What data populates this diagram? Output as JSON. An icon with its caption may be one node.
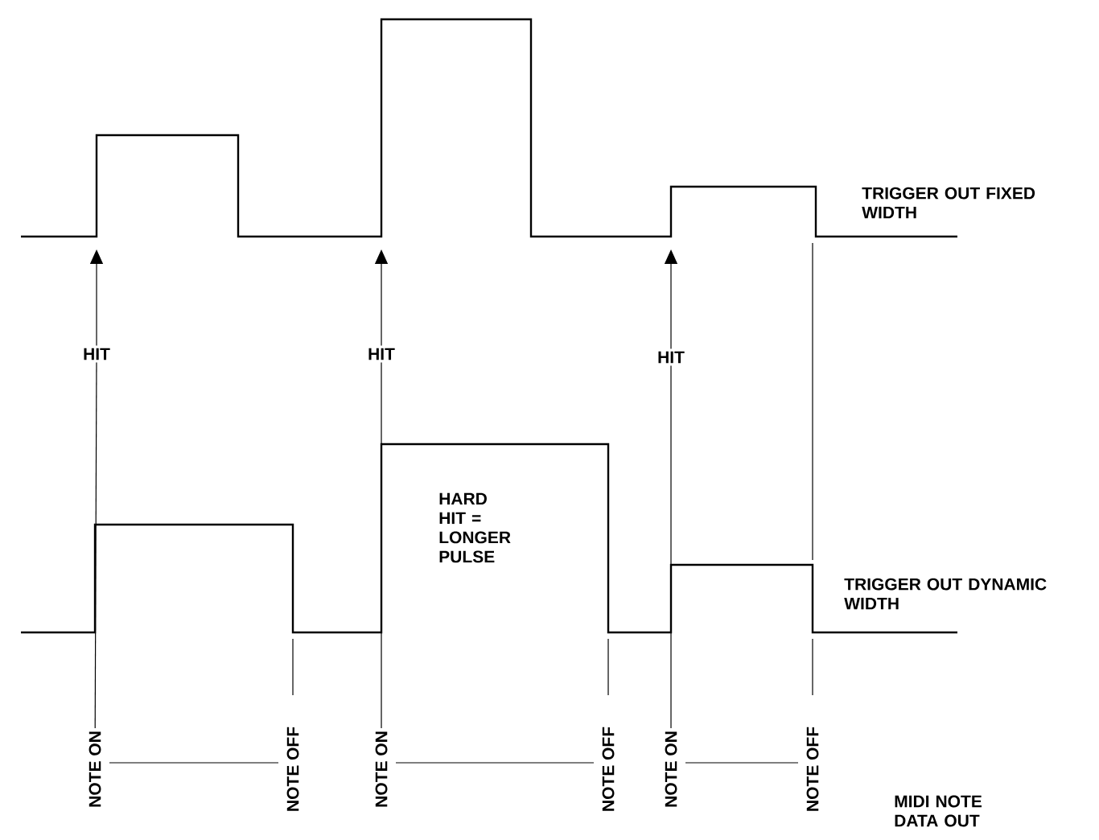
{
  "diagram": {
    "nodes": [
      {
        "text": [
          "HIT"
        ]
      },
      {
        "text": [
          "HIT"
        ]
      },
      {
        "text": [
          "HIT"
        ]
      },
      {
        "text": [
          "NOTE ON"
        ]
      },
      {
        "text": [
          "NOTE OFF"
        ]
      },
      {
        "text": [
          "NOTE ON"
        ]
      },
      {
        "text": [
          "NOTE OFF"
        ]
      },
      {
        "text": [
          "NOTE ON"
        ]
      },
      {
        "text": [
          "NOTE OFF"
        ]
      }
    ],
    "edges": [
      {
        "from": 0,
        "to": null,
        "arrow": "to"
      },
      {
        "from": 1,
        "to": null,
        "arrow": "to"
      },
      {
        "from": 2,
        "to": null,
        "arrow": "to"
      },
      {
        "from": 3,
        "to": 0,
        "arrow": "none"
      },
      {
        "from": 5,
        "to": 1,
        "arrow": "none"
      },
      {
        "from": 7,
        "to": 2,
        "arrow": "none"
      },
      {
        "from": 3,
        "to": 4,
        "arrow": "none"
      },
      {
        "from": 5,
        "to": 6,
        "arrow": "none"
      },
      {
        "from": 7,
        "to": 8,
        "arrow": "none"
      }
    ],
    "labels": [
      "TRIGGER OUT FIXED WIDTH",
      "HARD HIT = LONGER PULSE",
      "TRIGGER OUT DYNAMIC WIDTH",
      "MIDI NOTE DATA OUT"
    ]
  }
}
